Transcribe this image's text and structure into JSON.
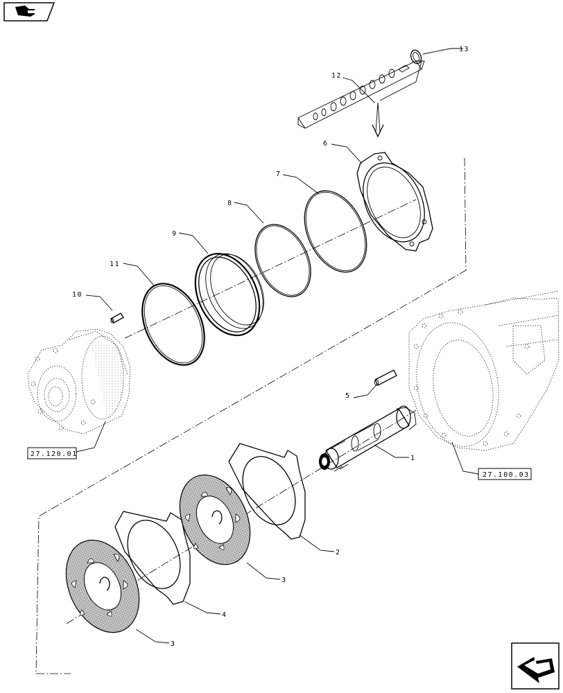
{
  "callouts": [
    {
      "id": "c1",
      "text": "1"
    },
    {
      "id": "c2",
      "text": "2"
    },
    {
      "id": "c3a",
      "text": "3"
    },
    {
      "id": "c3b",
      "text": "3"
    },
    {
      "id": "c4",
      "text": "4"
    },
    {
      "id": "c5",
      "text": "5"
    },
    {
      "id": "c6",
      "text": "6"
    },
    {
      "id": "c7",
      "text": "7"
    },
    {
      "id": "c8",
      "text": "8"
    },
    {
      "id": "c9",
      "text": "9"
    },
    {
      "id": "c10",
      "text": "10"
    },
    {
      "id": "c11",
      "text": "11"
    },
    {
      "id": "c12",
      "text": "12"
    },
    {
      "id": "c13",
      "text": "13"
    }
  ],
  "references": [
    {
      "id": "r1",
      "text": "27.120.01"
    },
    {
      "id": "r2",
      "text": "27.100.03"
    }
  ],
  "icons": {
    "top_left": "book-arrow-icon",
    "bottom_right": "next-page-arrow-icon"
  }
}
